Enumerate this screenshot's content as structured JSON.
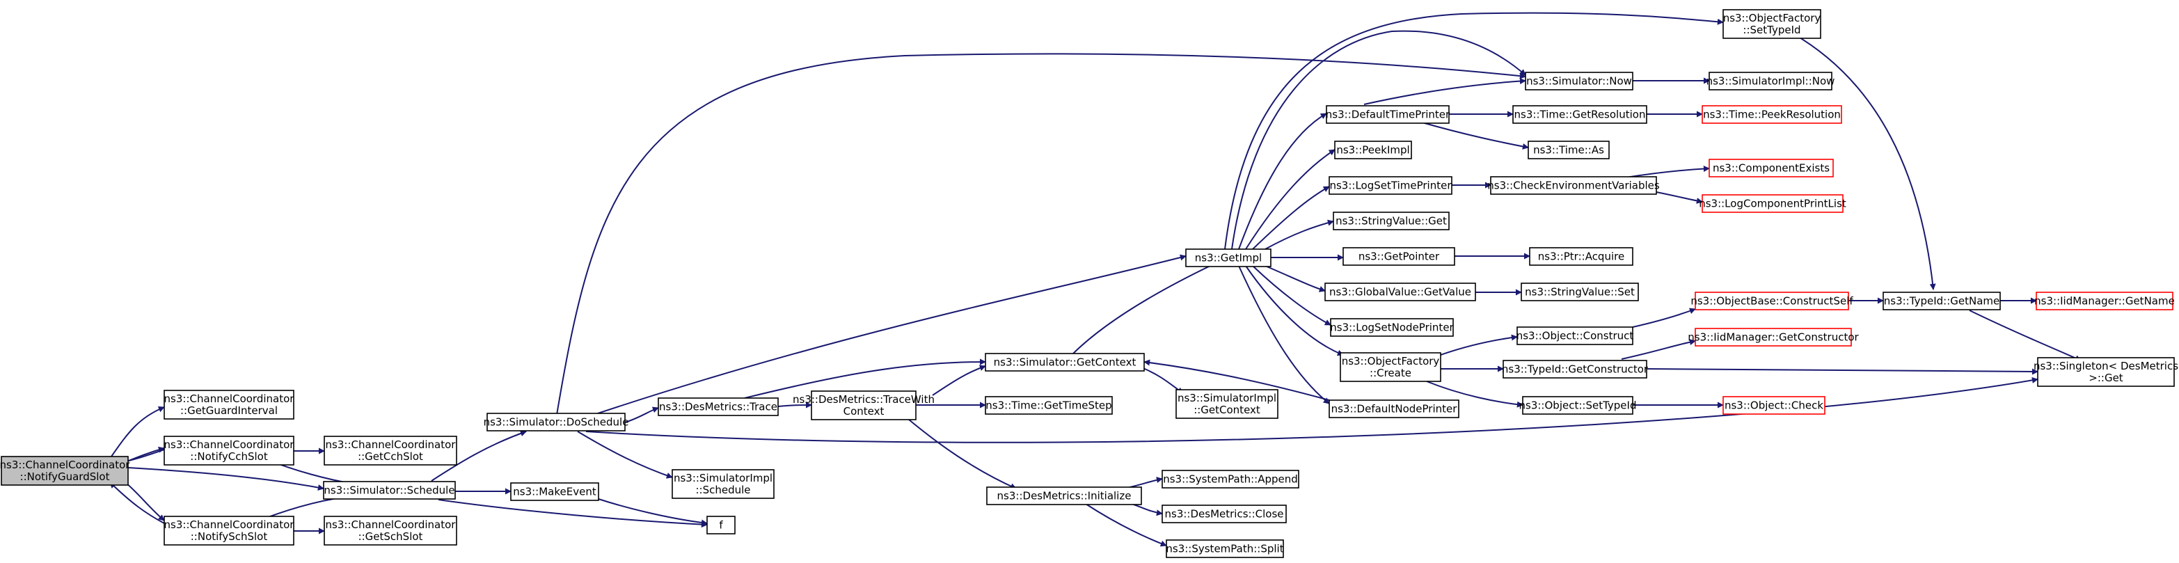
{
  "nodes": [
    {
      "id": "focus",
      "lines": [
        "ns3::ChannelCoordinator",
        "::NotifyGuardSlot"
      ],
      "style": "focus"
    },
    {
      "id": "getGuard",
      "lines": [
        "ns3::ChannelCoordinator",
        "::GetGuardInterval"
      ],
      "style": "normal"
    },
    {
      "id": "notifyCch",
      "lines": [
        "ns3::ChannelCoordinator",
        "::NotifyCchSlot"
      ],
      "style": "normal"
    },
    {
      "id": "notifySch",
      "lines": [
        "ns3::ChannelCoordinator",
        "::NotifySchSlot"
      ],
      "style": "normal"
    },
    {
      "id": "getCch",
      "lines": [
        "ns3::ChannelCoordinator",
        "::GetCchSlot"
      ],
      "style": "normal"
    },
    {
      "id": "getSch",
      "lines": [
        "ns3::ChannelCoordinator",
        "::GetSchSlot"
      ],
      "style": "normal"
    },
    {
      "id": "schedule",
      "lines": [
        "ns3::Simulator::Schedule"
      ],
      "style": "normal"
    },
    {
      "id": "doSchedule",
      "lines": [
        "ns3::Simulator::DoSchedule"
      ],
      "style": "normal"
    },
    {
      "id": "makeEvent",
      "lines": [
        "ns3::MakeEvent"
      ],
      "style": "normal"
    },
    {
      "id": "f",
      "lines": [
        "f"
      ],
      "style": "normal"
    },
    {
      "id": "implSchedule",
      "lines": [
        "ns3::SimulatorImpl",
        "::Schedule"
      ],
      "style": "normal"
    },
    {
      "id": "trace",
      "lines": [
        "ns3::DesMetrics::Trace"
      ],
      "style": "normal"
    },
    {
      "id": "traceWith",
      "lines": [
        "ns3::DesMetrics::TraceWith",
        "Context"
      ],
      "style": "normal"
    },
    {
      "id": "getContext",
      "lines": [
        "ns3::Simulator::GetContext"
      ],
      "style": "normal"
    },
    {
      "id": "getTimeStep",
      "lines": [
        "ns3::Time::GetTimeStep"
      ],
      "style": "normal"
    },
    {
      "id": "implGetCtx",
      "lines": [
        "ns3::SimulatorImpl",
        "::GetContext"
      ],
      "style": "normal"
    },
    {
      "id": "initialize",
      "lines": [
        "ns3::DesMetrics::Initialize"
      ],
      "style": "normal"
    },
    {
      "id": "append",
      "lines": [
        "ns3::SystemPath::Append"
      ],
      "style": "normal"
    },
    {
      "id": "close",
      "lines": [
        "ns3::DesMetrics::Close"
      ],
      "style": "normal"
    },
    {
      "id": "split",
      "lines": [
        "ns3::SystemPath::Split"
      ],
      "style": "normal"
    },
    {
      "id": "getImpl",
      "lines": [
        "ns3::GetImpl"
      ],
      "style": "normal"
    },
    {
      "id": "defTimePr",
      "lines": [
        "ns3::DefaultTimePrinter"
      ],
      "style": "normal"
    },
    {
      "id": "peekImpl",
      "lines": [
        "ns3::PeekImpl"
      ],
      "style": "normal"
    },
    {
      "id": "logSetTime",
      "lines": [
        "ns3::LogSetTimePrinter"
      ],
      "style": "normal"
    },
    {
      "id": "strGet",
      "lines": [
        "ns3::StringValue::Get"
      ],
      "style": "normal"
    },
    {
      "id": "getPointer",
      "lines": [
        "ns3::GetPointer"
      ],
      "style": "normal"
    },
    {
      "id": "gvGetValue",
      "lines": [
        "ns3::GlobalValue::GetValue"
      ],
      "style": "normal"
    },
    {
      "id": "logSetNode",
      "lines": [
        "ns3::LogSetNodePrinter"
      ],
      "style": "normal"
    },
    {
      "id": "objFactCreate",
      "lines": [
        "ns3::ObjectFactory",
        "::Create"
      ],
      "style": "normal"
    },
    {
      "id": "defNodePr",
      "lines": [
        "ns3::DefaultNodePrinter"
      ],
      "style": "normal"
    },
    {
      "id": "simNow",
      "lines": [
        "ns3::Simulator::Now"
      ],
      "style": "normal"
    },
    {
      "id": "implNow",
      "lines": [
        "ns3::SimulatorImpl::Now"
      ],
      "style": "normal"
    },
    {
      "id": "getRes",
      "lines": [
        "ns3::Time::GetResolution"
      ],
      "style": "normal"
    },
    {
      "id": "peekRes",
      "lines": [
        "ns3::Time::PeekResolution"
      ],
      "style": "red"
    },
    {
      "id": "timeAs",
      "lines": [
        "ns3::Time::As"
      ],
      "style": "normal"
    },
    {
      "id": "checkEnv",
      "lines": [
        "ns3::CheckEnvironmentVariables"
      ],
      "style": "normal"
    },
    {
      "id": "compExists",
      "lines": [
        "ns3::ComponentExists"
      ],
      "style": "red"
    },
    {
      "id": "logCompList",
      "lines": [
        "ns3::LogComponentPrintList"
      ],
      "style": "red"
    },
    {
      "id": "ptrAcquire",
      "lines": [
        "ns3::Ptr::Acquire"
      ],
      "style": "normal"
    },
    {
      "id": "strSet",
      "lines": [
        "ns3::StringValue::Set"
      ],
      "style": "normal"
    },
    {
      "id": "objConstruct",
      "lines": [
        "ns3::Object::Construct"
      ],
      "style": "normal"
    },
    {
      "id": "tidGetCtor",
      "lines": [
        "ns3::TypeId::GetConstructor"
      ],
      "style": "normal"
    },
    {
      "id": "objSetTid",
      "lines": [
        "ns3::Object::SetTypeId"
      ],
      "style": "normal"
    },
    {
      "id": "objBaseCS",
      "lines": [
        "ns3::ObjectBase::ConstructSelf"
      ],
      "style": "red"
    },
    {
      "id": "iidGetCtor",
      "lines": [
        "ns3::IidManager::GetConstructor"
      ],
      "style": "red"
    },
    {
      "id": "objCheck",
      "lines": [
        "ns3::Object::Check"
      ],
      "style": "red"
    },
    {
      "id": "ofSetTid",
      "lines": [
        "ns3::ObjectFactory",
        "::SetTypeId"
      ],
      "style": "normal"
    },
    {
      "id": "tidGetName",
      "lines": [
        "ns3::TypeId::GetName"
      ],
      "style": "normal"
    },
    {
      "id": "iidGetName",
      "lines": [
        "ns3::IidManager::GetName"
      ],
      "style": "red"
    },
    {
      "id": "singletonGet",
      "lines": [
        "ns3::Singleton< DesMetrics",
        " >::Get"
      ],
      "style": "normal"
    }
  ]
}
